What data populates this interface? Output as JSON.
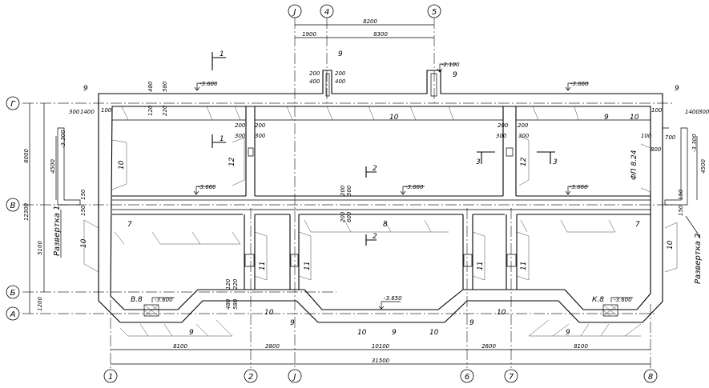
{
  "axes": {
    "rows": [
      "Г",
      "В",
      "Б",
      "А"
    ],
    "top_columns": [
      "J",
      "4",
      "5"
    ],
    "bottom_columns": [
      "1",
      "2",
      "J",
      "6",
      "7",
      "8"
    ]
  },
  "dimensions": {
    "top": [
      "8200",
      "1900",
      "8300"
    ],
    "bottom": [
      "8100",
      "2800",
      "10100",
      "2600",
      "8100"
    ],
    "total": "31500",
    "left": [
      "6000",
      "4500",
      "12300",
      "5100",
      "1200"
    ],
    "right": "4500",
    "small": {
      "d480": "480",
      "d580": "580",
      "d120": "120",
      "d220": "220",
      "d300": "300",
      "d1400": "1400",
      "d100": "100",
      "d200": "200",
      "d400": "400",
      "d700": "700",
      "d800": "800",
      "d150": "150",
      "d500": "500",
      "d600": "600"
    }
  },
  "elevations": {
    "top_left": "-3.600",
    "top_right": "-3.660",
    "vent": "-2.100",
    "room_a": "-3.660",
    "corridor": "-3.660",
    "room_c": "-3.660",
    "left_pit": "-3.300",
    "right_pit": "-3.300",
    "bottom_left": "-3.600",
    "bottom_mid": "-3.650",
    "bottom_right": "-3.600"
  },
  "marks": {
    "m7": "7",
    "m8": "8",
    "m9": "9",
    "m10": "10",
    "m11": "11",
    "m12": "12"
  },
  "sections": {
    "s1": "1",
    "s2": "2",
    "s3": "3"
  },
  "labels": {
    "unfold_1": "Развертка 1",
    "unfold_2": "Развертка 2",
    "v8": "В.8",
    "k8": "К.8",
    "fp": "ФП 8.24"
  }
}
